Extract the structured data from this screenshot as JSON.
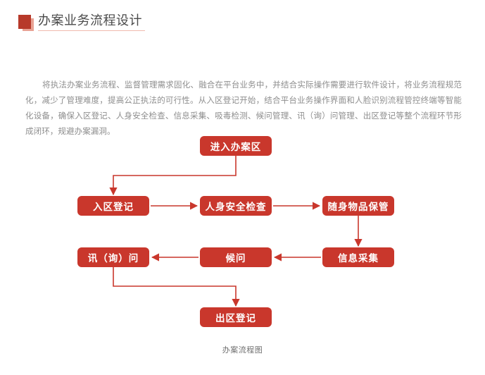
{
  "header": {
    "title": "办案业务流程设计",
    "marker_color": "#b7392a",
    "underline_color": "#f0b9ad"
  },
  "body": {
    "paragraph": "将执法办案业务流程、监督管理需求固化、融合在平台业务中，并结合实际操作需要进行软件设计，将业务流程规范化，减少了管理难度，提高公正执法的可行性。从入区登记开始，结合平台业务操作界面和人脸识别流程管控终端等智能化设备，确保入区登记、人身安全检查、信息采集、吸毒检测、候问管理、讯（询）问管理、出区登记等整个流程环节形成闭环，规避办案漏洞。"
  },
  "flowchart": {
    "caption": "办案流程图",
    "node_color": "#c9372c",
    "connector_color": "#c9372c",
    "nodes": [
      {
        "id": "enter",
        "label": "进入办案区"
      },
      {
        "id": "register",
        "label": "入区登记"
      },
      {
        "id": "safety",
        "label": "人身安全检查"
      },
      {
        "id": "belongings",
        "label": "随身物品保管"
      },
      {
        "id": "collect",
        "label": "信息采集"
      },
      {
        "id": "wait",
        "label": "候问"
      },
      {
        "id": "interrogate",
        "label": "讯（询）问"
      },
      {
        "id": "exit",
        "label": "出区登记"
      }
    ],
    "edges": [
      {
        "from": "enter",
        "to": "register",
        "style": "elbow-down-left-down"
      },
      {
        "from": "register",
        "to": "safety",
        "style": "straight-right"
      },
      {
        "from": "safety",
        "to": "belongings",
        "style": "straight-right"
      },
      {
        "from": "belongings",
        "to": "collect",
        "style": "straight-down"
      },
      {
        "from": "collect",
        "to": "wait",
        "style": "straight-left"
      },
      {
        "from": "wait",
        "to": "interrogate",
        "style": "straight-left"
      },
      {
        "from": "interrogate",
        "to": "exit",
        "style": "elbow-down-right-down"
      }
    ]
  }
}
